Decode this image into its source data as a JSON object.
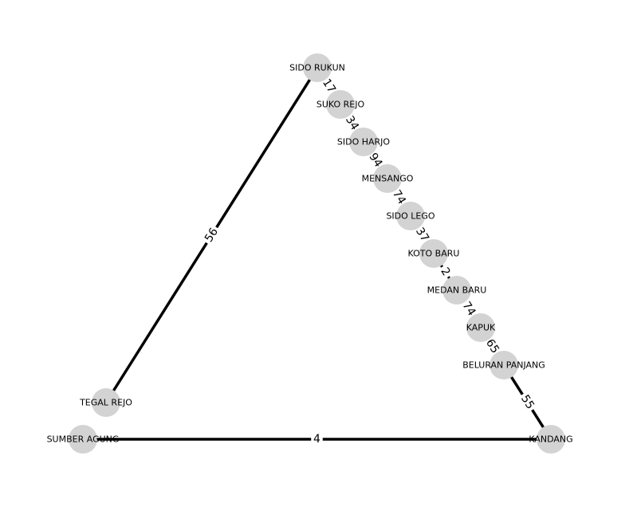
{
  "graph": {
    "node_color": "#d3d3d3",
    "edge_color": "#000000",
    "nodes": [
      {
        "id": "sido_rukun",
        "label": "SIDO RUKUN"
      },
      {
        "id": "suko_rejo",
        "label": "SUKO REJO"
      },
      {
        "id": "sido_harjo",
        "label": "SIDO HARJO"
      },
      {
        "id": "mensango",
        "label": "MENSANGO"
      },
      {
        "id": "sido_lego",
        "label": "SIDO LEGO"
      },
      {
        "id": "koto_baru",
        "label": "KOTO BARU"
      },
      {
        "id": "medan_baru",
        "label": "MEDAN BARU"
      },
      {
        "id": "kapuk",
        "label": "KAPUK"
      },
      {
        "id": "beluran_panjang",
        "label": "BELURAN PANJANG"
      },
      {
        "id": "kandang",
        "label": "KANDANG"
      },
      {
        "id": "tegal_rejo",
        "label": "TEGAL REJO"
      },
      {
        "id": "sumber_agung",
        "label": "SUMBER AGUNG"
      }
    ],
    "edges": [
      {
        "source": "sido_rukun",
        "target": "suko_rejo",
        "weight": "17"
      },
      {
        "source": "suko_rejo",
        "target": "sido_harjo",
        "weight": "34"
      },
      {
        "source": "sido_harjo",
        "target": "mensango",
        "weight": "94"
      },
      {
        "source": "mensango",
        "target": "sido_lego",
        "weight": "74"
      },
      {
        "source": "sido_lego",
        "target": "koto_baru",
        "weight": "37"
      },
      {
        "source": "koto_baru",
        "target": "medan_baru",
        "weight": "2"
      },
      {
        "source": "medan_baru",
        "target": "kapuk",
        "weight": "74"
      },
      {
        "source": "kapuk",
        "target": "beluran_panjang",
        "weight": "65"
      },
      {
        "source": "beluran_panjang",
        "target": "kandang",
        "weight": "55"
      },
      {
        "source": "sido_rukun",
        "target": "tegal_rejo",
        "weight": "56"
      },
      {
        "source": "sumber_agung",
        "target": "kandang",
        "weight": "4"
      }
    ]
  }
}
